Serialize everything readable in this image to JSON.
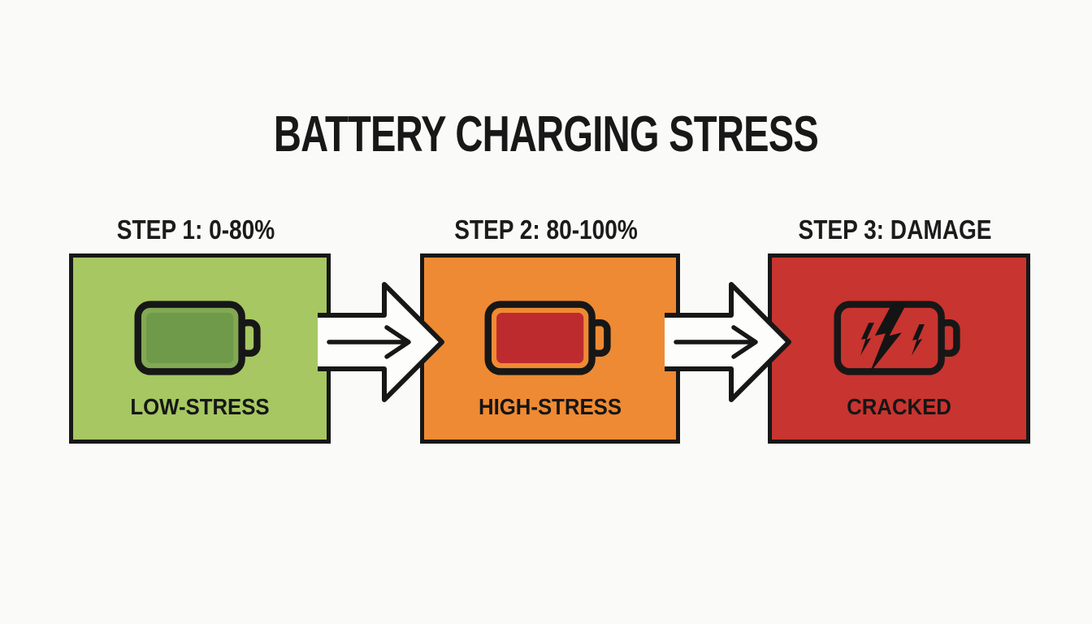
{
  "title": "BATTERY CHARGING STRESS",
  "steps": [
    {
      "header": "STEP 1: 0-80%",
      "label": "LOW-STRESS",
      "box_color": "#a6c761",
      "battery_rim": "#83a854",
      "battery_fill": "#6f9a4a",
      "icon": "battery-full-green"
    },
    {
      "header": "STEP 2: 80-100%",
      "label": "HIGH-STRESS",
      "box_color": "#ee8a33",
      "battery_rim": "#ee8a33",
      "battery_fill": "#bd2b2f",
      "icon": "battery-red-stressed"
    },
    {
      "header": "STEP 3: DAMAGE",
      "label": "CRACKED",
      "box_color": "#c8342f",
      "battery_rim": "#c8342f",
      "battery_fill": "#c8342f",
      "icon": "battery-cracked-bolts"
    }
  ],
  "colors": {
    "background": "#fafaf9",
    "ink": "#171717",
    "arrow_fill": "#fdfdfc",
    "bolt": "#141414"
  }
}
